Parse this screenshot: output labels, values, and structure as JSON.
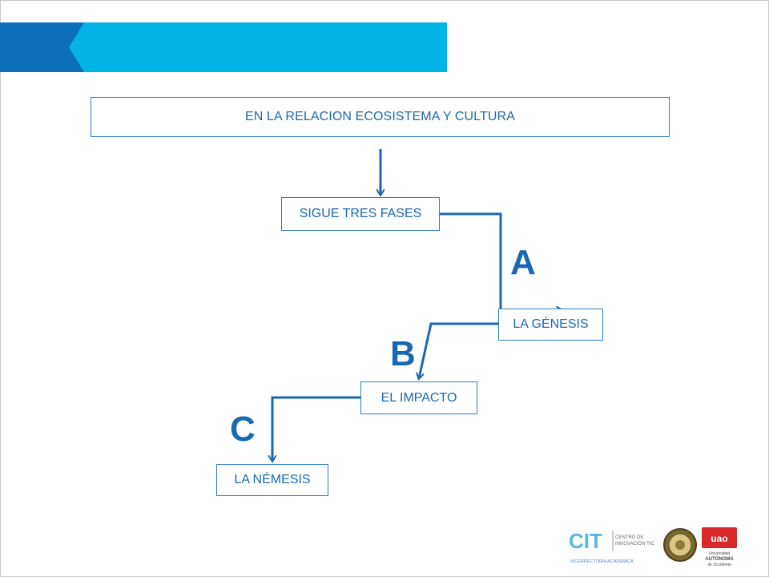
{
  "colors": {
    "accent_blue": "#1a68b3",
    "banner_dark": "#0d6fb8",
    "banner_light": "#00b4e6",
    "box_border": "#2f7bbf"
  },
  "diagram": {
    "top_box": "EN LA RELACION ECOSISTEMA Y CULTURA",
    "phases_box": "SIGUE TRES FASES",
    "phase_a": {
      "letter": "A",
      "label": "LA GÉNESIS"
    },
    "phase_b": {
      "letter": "B",
      "label": "EL IMPACTO"
    },
    "phase_c": {
      "letter": "C",
      "label": "LA NÉMESIS"
    }
  },
  "footer": {
    "cit_logo": {
      "initials": "CIT",
      "line1": "CENTRO DE",
      "line2": "INNOVACIÓN TIC",
      "subtitle": "VICERRECTORÍA ACADÉMICA"
    },
    "seal_icon": "university-seal-icon",
    "uao_logo": {
      "initials": "uao",
      "line1": "Universidad",
      "line2": "AUTÓNOMA",
      "line3": "de Occidente"
    }
  }
}
